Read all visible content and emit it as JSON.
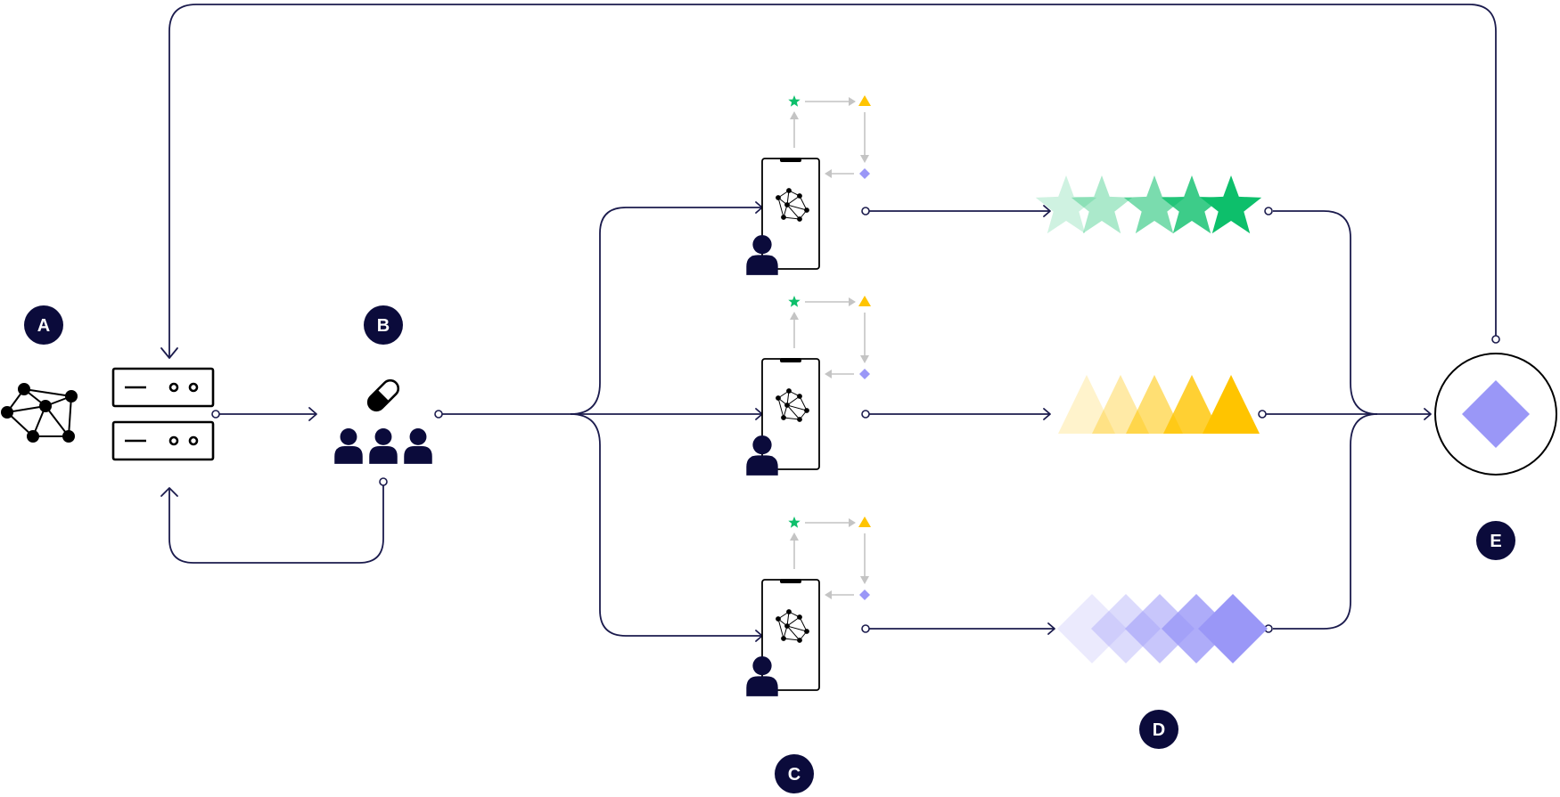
{
  "labels": [
    {
      "id": "a",
      "text": "A"
    },
    {
      "id": "b",
      "text": "B"
    },
    {
      "id": "c",
      "text": "C"
    },
    {
      "id": "d",
      "text": "D"
    },
    {
      "id": "e",
      "text": "E"
    }
  ],
  "colors": {
    "navy": "#0b0b3b",
    "line": "#1b1b4d",
    "grey_arrow": "#c4c4c4",
    "green": "#0dbf6b",
    "yellow": "#ffc400",
    "purple": "#9a97f7"
  },
  "icons": {
    "network": "network-graph-icon",
    "server": "server-rack-icon",
    "pill": "pill-icon",
    "people": "people-group-icon",
    "phone": "smartphone-icon",
    "person": "person-icon",
    "star": "star-icon",
    "triangle": "triangle-icon",
    "diamond": "diamond-icon"
  },
  "shape_fade_levels": [
    0.2,
    0.35,
    0.55,
    0.8,
    1.0
  ],
  "phone_count": 3
}
